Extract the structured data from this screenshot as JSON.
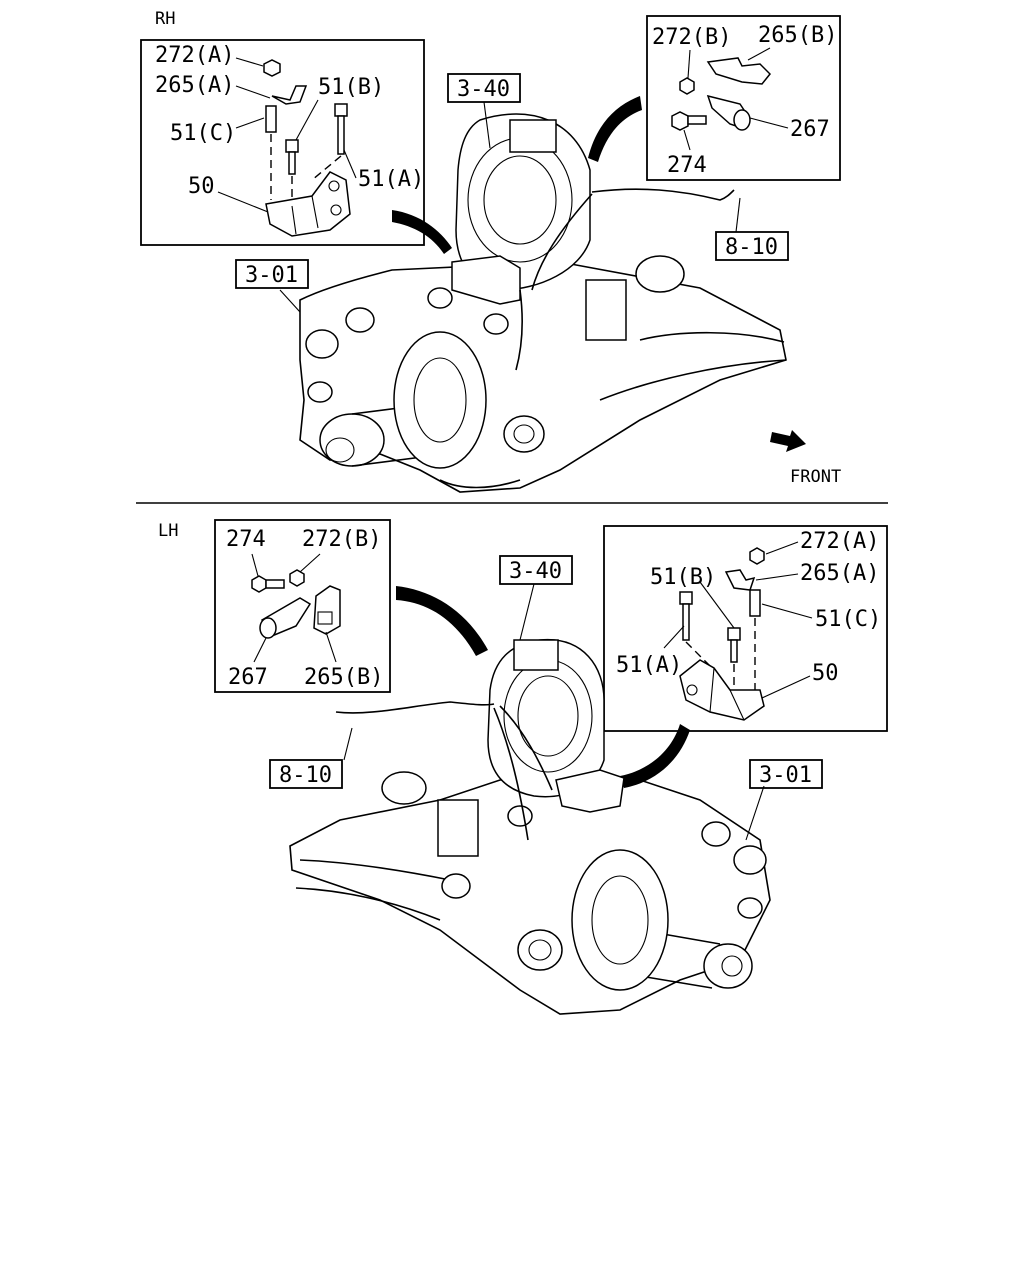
{
  "sections": {
    "rh": "RH",
    "lh": "LH"
  },
  "direction": "FRONT",
  "refs": {
    "r340": "3-40",
    "r301": "3-01",
    "r810": "8-10"
  },
  "parts": {
    "p272a": "272(A)",
    "p272b": "272(B)",
    "p265a": "265(A)",
    "p265b": "265(B)",
    "p51a": "51(A)",
    "p51b": "51(B)",
    "p51c": "51(C)",
    "p50": "50",
    "p267": "267",
    "p274": "274"
  }
}
